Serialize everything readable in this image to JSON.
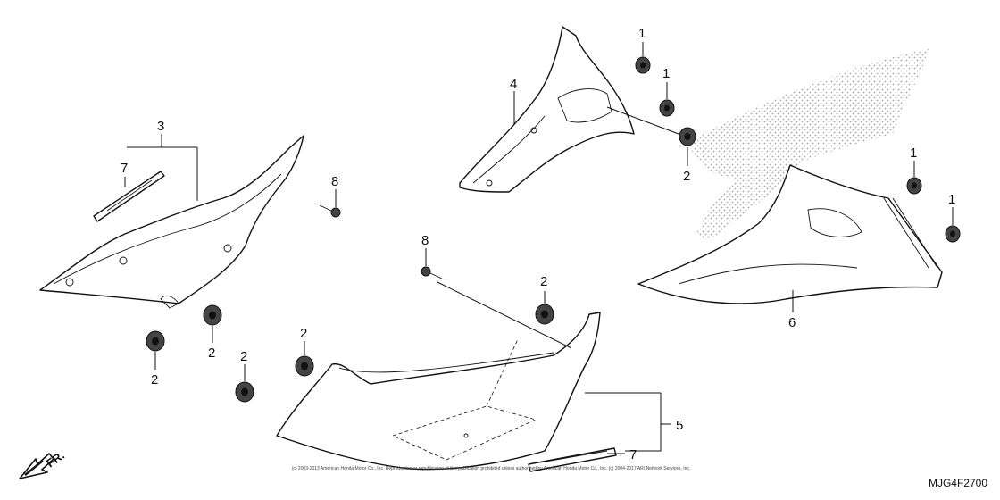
{
  "callouts": {
    "c1a": "1",
    "c1b": "1",
    "c1c": "1",
    "c1d": "1",
    "c2a": "2",
    "c2b": "2",
    "c2c": "2",
    "c2d": "2",
    "c2e": "2",
    "c2f": "2",
    "c3": "3",
    "c4": "4",
    "c5": "5",
    "c6": "6",
    "c7a": "7",
    "c7b": "7",
    "c8a": "8",
    "c8b": "8"
  },
  "direction_label": "FR.",
  "diagram_code": "MJG4F2700",
  "copyright_text": "(c) 2003-2013 American Honda Motor Co., Inc. Reproduction or republication of this publication prohibited unless authorized by American Honda Motor Co., Inc. (c) 2004-2017 ARI Network Services, Inc.",
  "colors": {
    "line": "#111111",
    "hatch": "#9a9a9a"
  }
}
